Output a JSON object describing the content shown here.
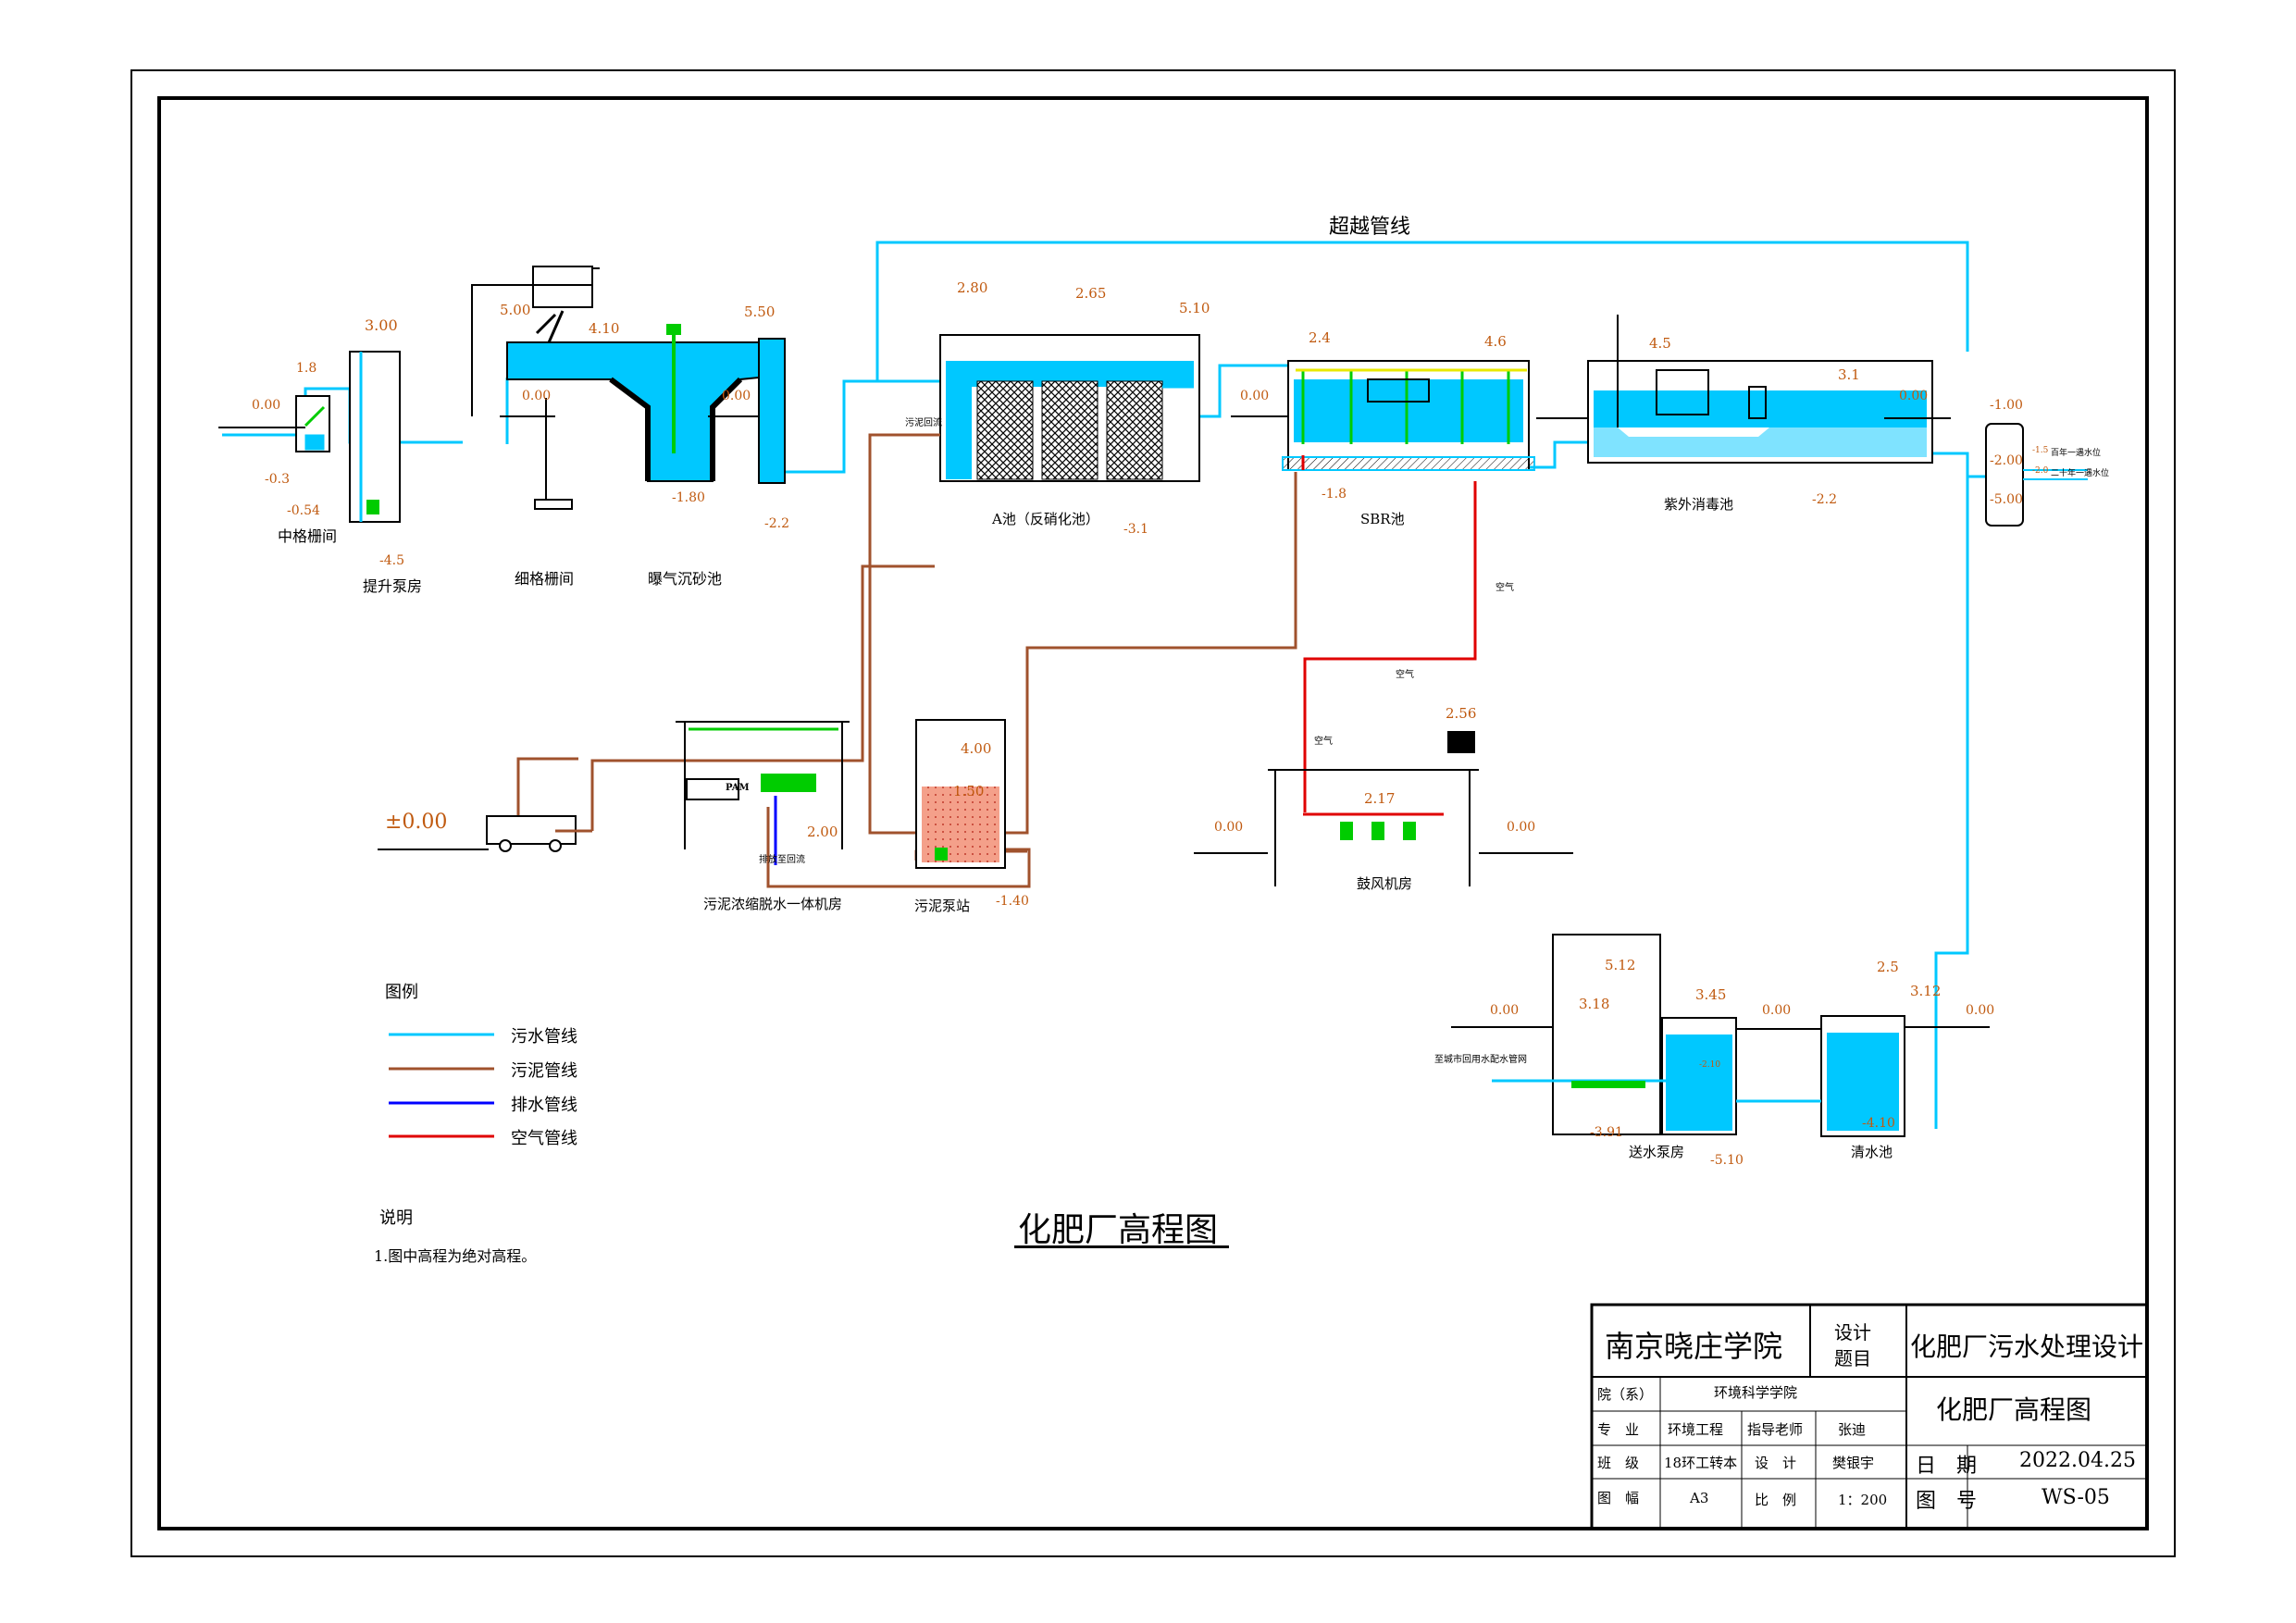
{
  "drawing_title": "化肥厂高程图",
  "bypass_label": "超越管线",
  "stations": {
    "medium_screen": "中格栅间",
    "lift_pump": "提升泵房",
    "fine_screen": "细格栅间",
    "aerated_grit": "曝气沉砂池",
    "a_tank": "A池（反硝化池）",
    "sbr": "SBR池",
    "uv": "紫外消毒池",
    "sludge_dewater": "污泥浓缩脱水一体机房",
    "sludge_pump": "污泥泵站",
    "blower": "鼓风机房",
    "supply_pump": "送水泵房",
    "clear_water": "清水池"
  },
  "elevations": {
    "ms_ground": "0.00",
    "ms_top": "1.8",
    "ms_a": "-0.3",
    "ms_b": "-0.54",
    "lp_top": "3.00",
    "lp_bot": "-4.5",
    "fs_top": "5.00",
    "fs_ground": "0.00",
    "fs_b": "4.10",
    "ag_top": "5.50",
    "ag_ground": "0.00",
    "ag_bot": "-1.80",
    "ag_out": "-2.2",
    "a_top1": "2.80",
    "a_top2": "2.65",
    "a_top3": "5.10",
    "a_bot": "-3.1",
    "a_ground": "0.00",
    "sbr_l": "2.4",
    "sbr_r": "4.6",
    "sbr_bot": "-1.8",
    "uv_l": "4.5",
    "uv_r": "3.1",
    "uv_bot": "-2.2",
    "uv_ground": "0.00",
    "out_top": "-1.00",
    "out_a": "-2.00",
    "out_b": "-5.00",
    "river_1": "百年一遇水位",
    "river_2": "二十年一遇水位",
    "river_1v": "-1.5",
    "river_2v": "-2.0",
    "sd_ground": "±0.00",
    "sd_b": "2.00",
    "sp_top": "4.00",
    "sp_mid": "1.50",
    "sp_bot": "-1.40",
    "bl_top": "2.56",
    "bl_mid": "2.17",
    "bl_l": "0.00",
    "bl_r": "0.00",
    "sw_top": "5.12",
    "sw_a": "3.18",
    "sw_b": "3.45",
    "sw_c": "-3.91",
    "sw_d": "-5.10",
    "sw_ground": "0.00",
    "sw_ground2": "0.00",
    "sw_w": "-2.10",
    "cw_top": "2.5",
    "cw_a": "3.12",
    "cw_bot": "-4.10",
    "cw_ground": "0.00"
  },
  "annotations": {
    "sludge_return": "污泥回流",
    "drain_return": "排放至回流",
    "air1": "空气",
    "air2": "空气",
    "air3": "空气",
    "pam": "PAM",
    "supply_pipe": "至城市回用水配水管网"
  },
  "legend": {
    "title": "图例",
    "items": [
      {
        "label": "污水管线",
        "color": "#00c8ff"
      },
      {
        "label": "污泥管线",
        "color": "#a0522d"
      },
      {
        "label": "排水管线",
        "color": "#0000ff"
      },
      {
        "label": "空气管线",
        "color": "#e00000"
      }
    ]
  },
  "notes": {
    "title": "说明",
    "line1": "1.图中高程为绝对高程。"
  },
  "title_block": {
    "school": "南京晓庄学院",
    "topic_label_1": "设计",
    "topic_label_2": "题目",
    "topic": "化肥厂污水处理设计",
    "dept_label": "院（系）",
    "dept": "环境科学学院",
    "drawing_name": "化肥厂高程图",
    "major_label": "专　业",
    "major": "环境工程",
    "advisor_label": "指导老师",
    "advisor": "张迪",
    "class_label": "班　级",
    "class": "18环工转本",
    "designer_label": "设　计",
    "designer": "樊银宇",
    "date_label": "日　期",
    "date": "2022.04.25",
    "size_label": "图　幅",
    "size": "A3",
    "scale_label": "比　例",
    "scale": "1：200",
    "number_label": "图　号",
    "number": "WS-05"
  },
  "colors": {
    "water": "#00c8ff",
    "sludge": "#a0522d",
    "drain": "#0000ff",
    "air": "#e00000",
    "dim": "#c05a10",
    "green": "#00cc00"
  }
}
